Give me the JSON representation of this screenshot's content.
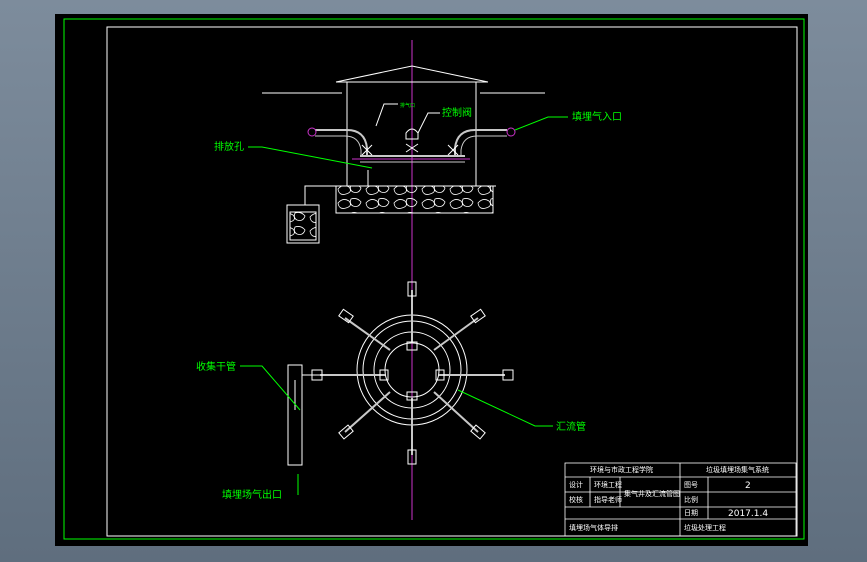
{
  "colors": {
    "background": "#000000",
    "frame_outer": "#00ff00",
    "frame_inner": "#ffffff",
    "label_green": "#00ff00",
    "axis_magenta": "#cc33cc",
    "pipe_gray": "#c8c8c8"
  },
  "labels": {
    "exhaust_hole": "排放孔",
    "control_valve": "控制阀",
    "landfill_gas_inlet": "填埋气入口",
    "collection_main": "收集干管",
    "manifold": "汇流管",
    "landfill_gas_outlet": "填埋场气出口",
    "small_tag": "排气口"
  },
  "title_block": {
    "school": "环境与市政工程学院",
    "drawing_title": "垃圾填埋场集气系统",
    "row_design_label": "设计",
    "row_design_value": "环境工程",
    "row_check_label": "校核",
    "row_check_value": "指导老师",
    "drawing_name": "集气井及汇流管图",
    "sheet_no_label": "图号",
    "sheet_no_value": "2",
    "scale_label": "比例",
    "scale_value": "",
    "date_label": "日期",
    "date_value": "2017.1.4",
    "footer_left": "填埋场气体导排",
    "footer_right": "垃圾处理工程"
  }
}
